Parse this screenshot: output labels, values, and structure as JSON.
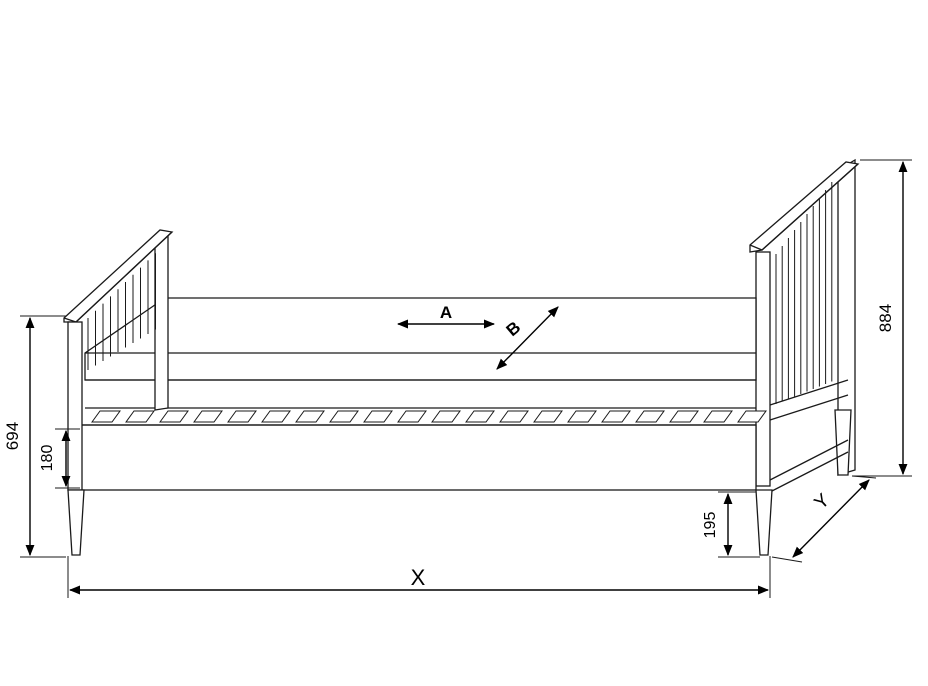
{
  "labels": {
    "head_height": "694",
    "foot_height": "884",
    "rail_height": "180",
    "leg_height": "195",
    "length": "X",
    "width": "Y",
    "mattress_a": "A",
    "mattress_b": "B"
  },
  "colors": {
    "line": "#1a1a1a",
    "background": "#ffffff"
  }
}
